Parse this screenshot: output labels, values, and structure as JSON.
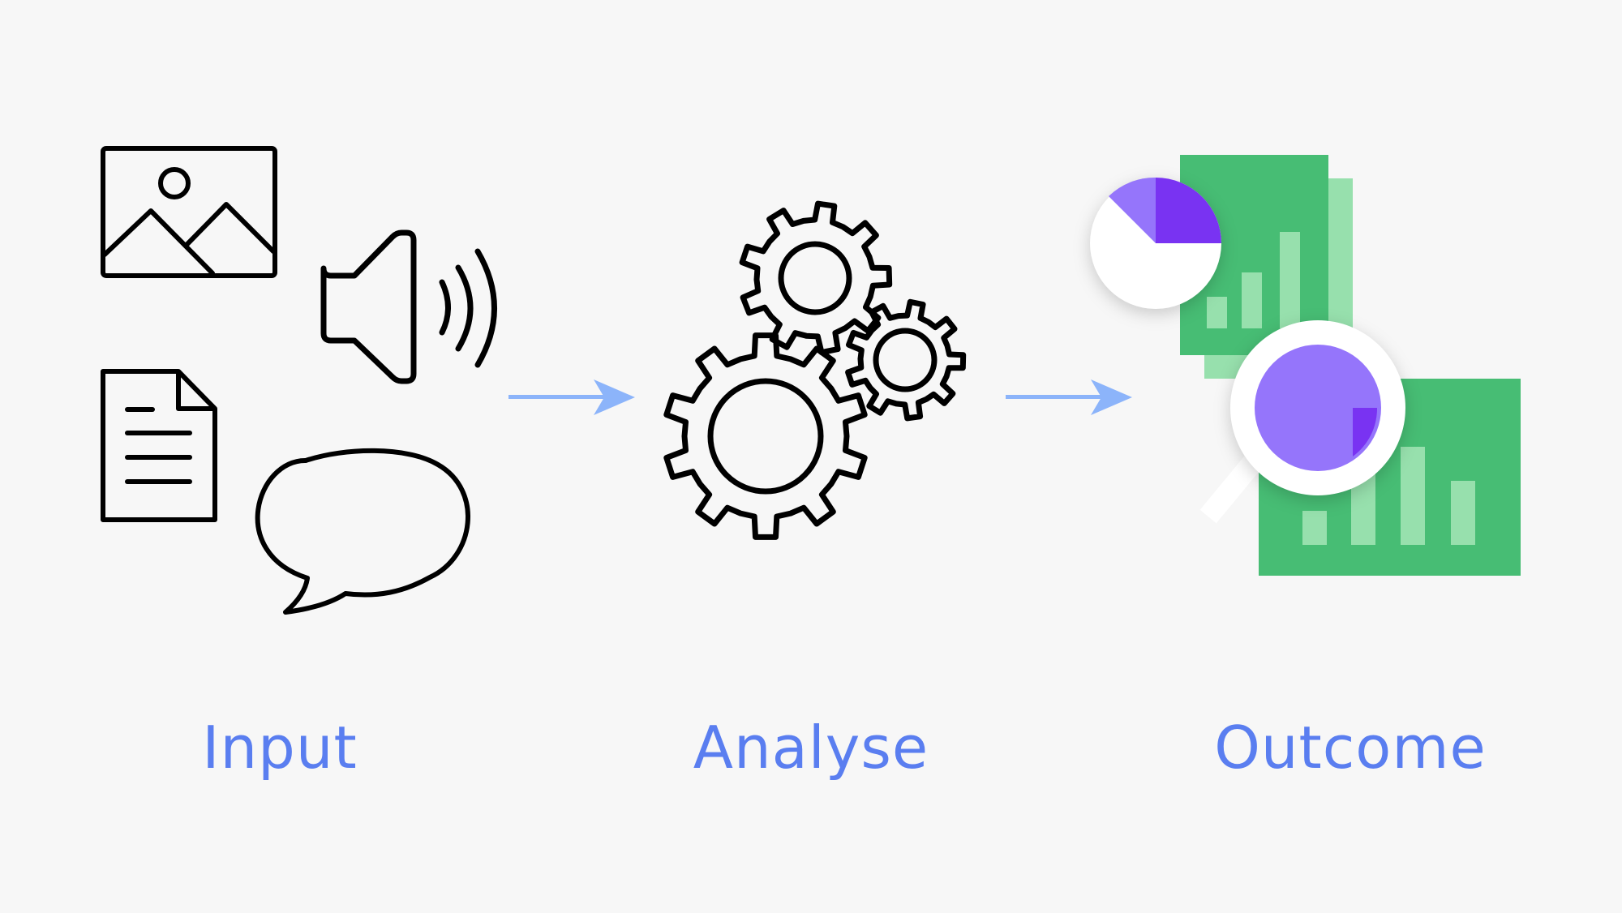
{
  "stages": [
    {
      "label": "Input",
      "icons": [
        "image-icon",
        "speaker-icon",
        "document-icon",
        "speech-bubble-icon"
      ]
    },
    {
      "label": "Analyse",
      "icons": [
        "gears-icon"
      ]
    },
    {
      "label": "Outcome",
      "icons": [
        "pie-chart-icon",
        "bar-chart-report-icon",
        "magnifier-icon"
      ]
    }
  ],
  "colors": {
    "background": "#f7f7f7",
    "label": "#5a7ef0",
    "arrow": "#8cb4fa",
    "icon_stroke": "#000000",
    "green": "#47bd74",
    "green_light": "#97e0ad",
    "purple": "#7933f2",
    "purple_light": "#9575fb"
  }
}
